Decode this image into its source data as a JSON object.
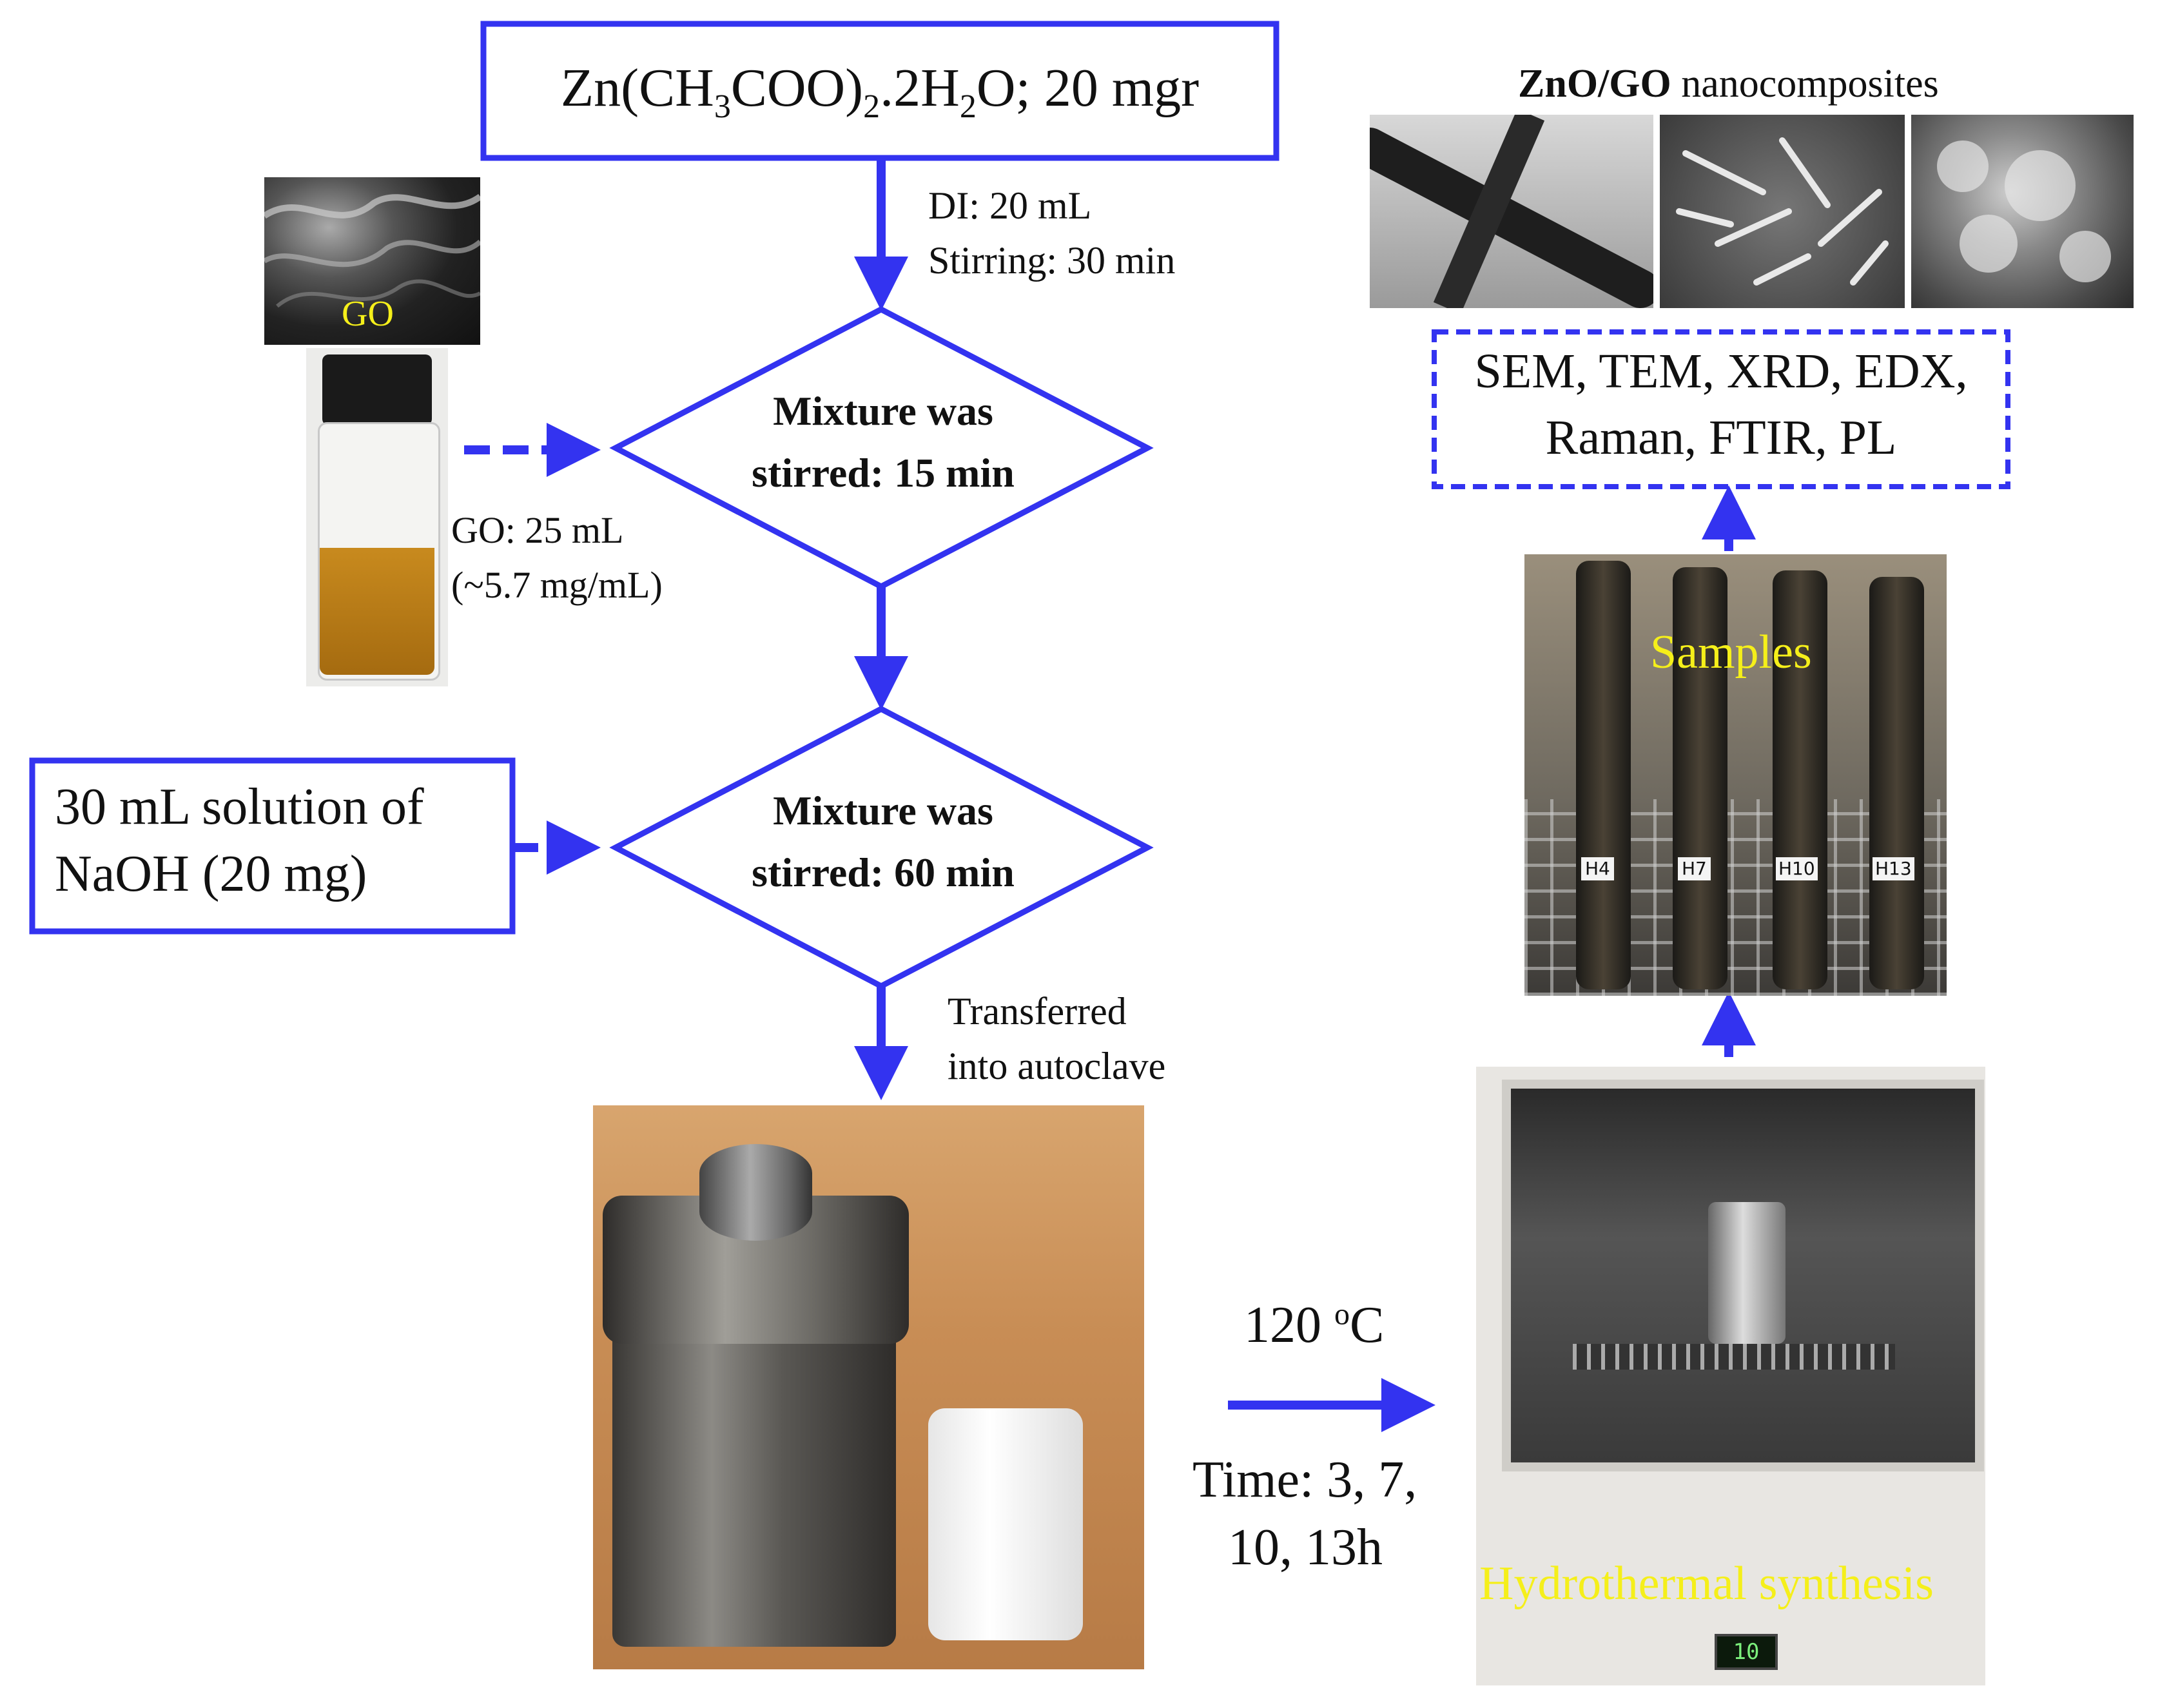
{
  "top_box": {
    "label": "Zn(CH3COO)2.2H2O; 20 mgr",
    "main": "Zn(CH",
    "sub1": "3",
    "mid": "COO)",
    "sub2": "2",
    "mid2": ".2H",
    "sub3": "2",
    "tail": "O; 20 mgr"
  },
  "step1": {
    "line1": "DI: 20 mL",
    "line2": "Stirring: 30 min"
  },
  "go_image": {
    "label": "GO"
  },
  "go_vial": {
    "line1": "GO: 25 mL",
    "line2": "(~5.7 mg/mL)"
  },
  "diamond1": {
    "line1": "Mixture was",
    "line2": "stirred: 15 min"
  },
  "naoh_box": {
    "line1": "30 mL solution of",
    "line2": "NaOH (20 mg)"
  },
  "diamond2": {
    "line1": "Mixture was",
    "line2": "stirred: 60 min"
  },
  "transfer": {
    "line1": "Transferred",
    "line2": "into autoclave"
  },
  "heating": {
    "temp_value": "120 ",
    "temp_unit": "oC",
    "time_line1": "Time: 3, 7,",
    "time_line2": "10, 13h"
  },
  "oven_photo": {
    "label": "Hydrothermal synthesis",
    "display": "10"
  },
  "samples_photo": {
    "label": "Samples",
    "tags": [
      "H4",
      "H7",
      "H10",
      "H13"
    ]
  },
  "characterization": {
    "line1": "SEM, TEM, XRD, EDX,",
    "line2": "Raman, FTIR, PL"
  },
  "nanocomposites": {
    "bold": "ZnO/GO",
    "rest": " nanocomposites"
  },
  "colors": {
    "flow_blue": "#3333f0",
    "label_yellow": "#f5ef1a"
  }
}
